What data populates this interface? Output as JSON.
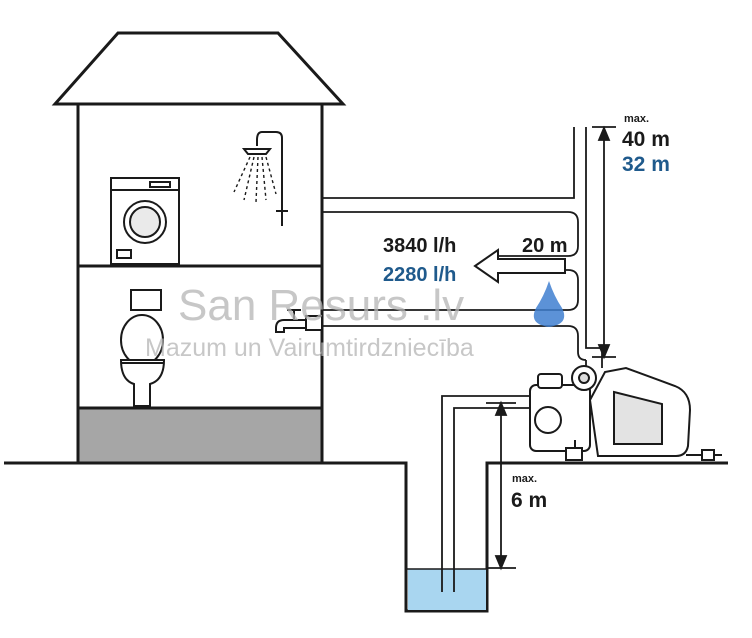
{
  "watermark": {
    "brand": "San Resurs .lv",
    "tagline": "Mazum un Vairumtirdzniecība"
  },
  "lift_height": {
    "prefix": "max.",
    "value_primary": "40 m",
    "value_secondary": "32 m"
  },
  "flow": {
    "value_primary": "3840 l/h",
    "value_secondary": "2280 l/h",
    "distance": "20 m"
  },
  "suction_height": {
    "prefix": "max.",
    "value": "6 m"
  },
  "colors": {
    "primary_text": "#1a1a1a",
    "secondary_text": "#1f5a8c",
    "water": "#a9d6f0",
    "foundation": "#a6a6a6",
    "drop_icon": "#3f7fd0"
  },
  "icons": [
    "house",
    "washing-machine",
    "shower",
    "toilet",
    "wash-basin",
    "water-tap",
    "water-drop",
    "garden-pump",
    "well"
  ]
}
